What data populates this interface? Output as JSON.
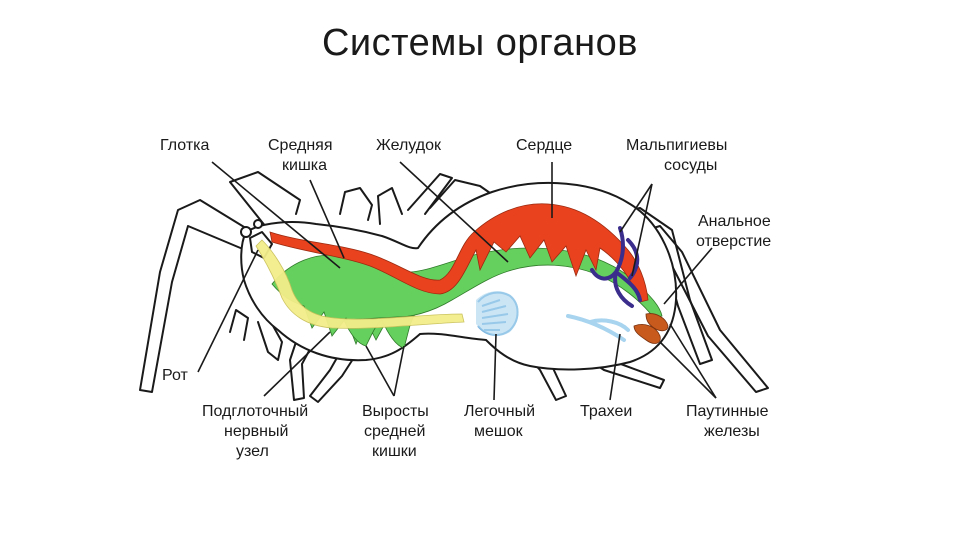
{
  "title": "Системы органов",
  "colors": {
    "heart": "#e8421e",
    "gut": "#66d05e",
    "nerve": "#f3ee8a",
    "lung": "#a8d4ef",
    "malpighian": "#3a2d8c",
    "silk": "#c75a1c",
    "outline": "#1a1a1a"
  },
  "labels": {
    "pharynx": "Глотка",
    "midgut_1": "Средняя",
    "midgut_2": "кишка",
    "stomach": "Желудок",
    "heart": "Сердце",
    "malpighian_1": "Мальпигиевы",
    "malpighian_2": "сосуды",
    "anus_1": "Анальное",
    "anus_2": "отверстие",
    "mouth": "Рот",
    "ganglion_1": "Подглоточный",
    "ganglion_2": "нервный",
    "ganglion_3": "узел",
    "outgrowths_1": "Выросты",
    "outgrowths_2": "средней",
    "outgrowths_3": "кишки",
    "lung_1": "Легочный",
    "lung_2": "мешок",
    "tracheae": "Трахеи",
    "silk_1": "Паутинные",
    "silk_2": "железы"
  }
}
